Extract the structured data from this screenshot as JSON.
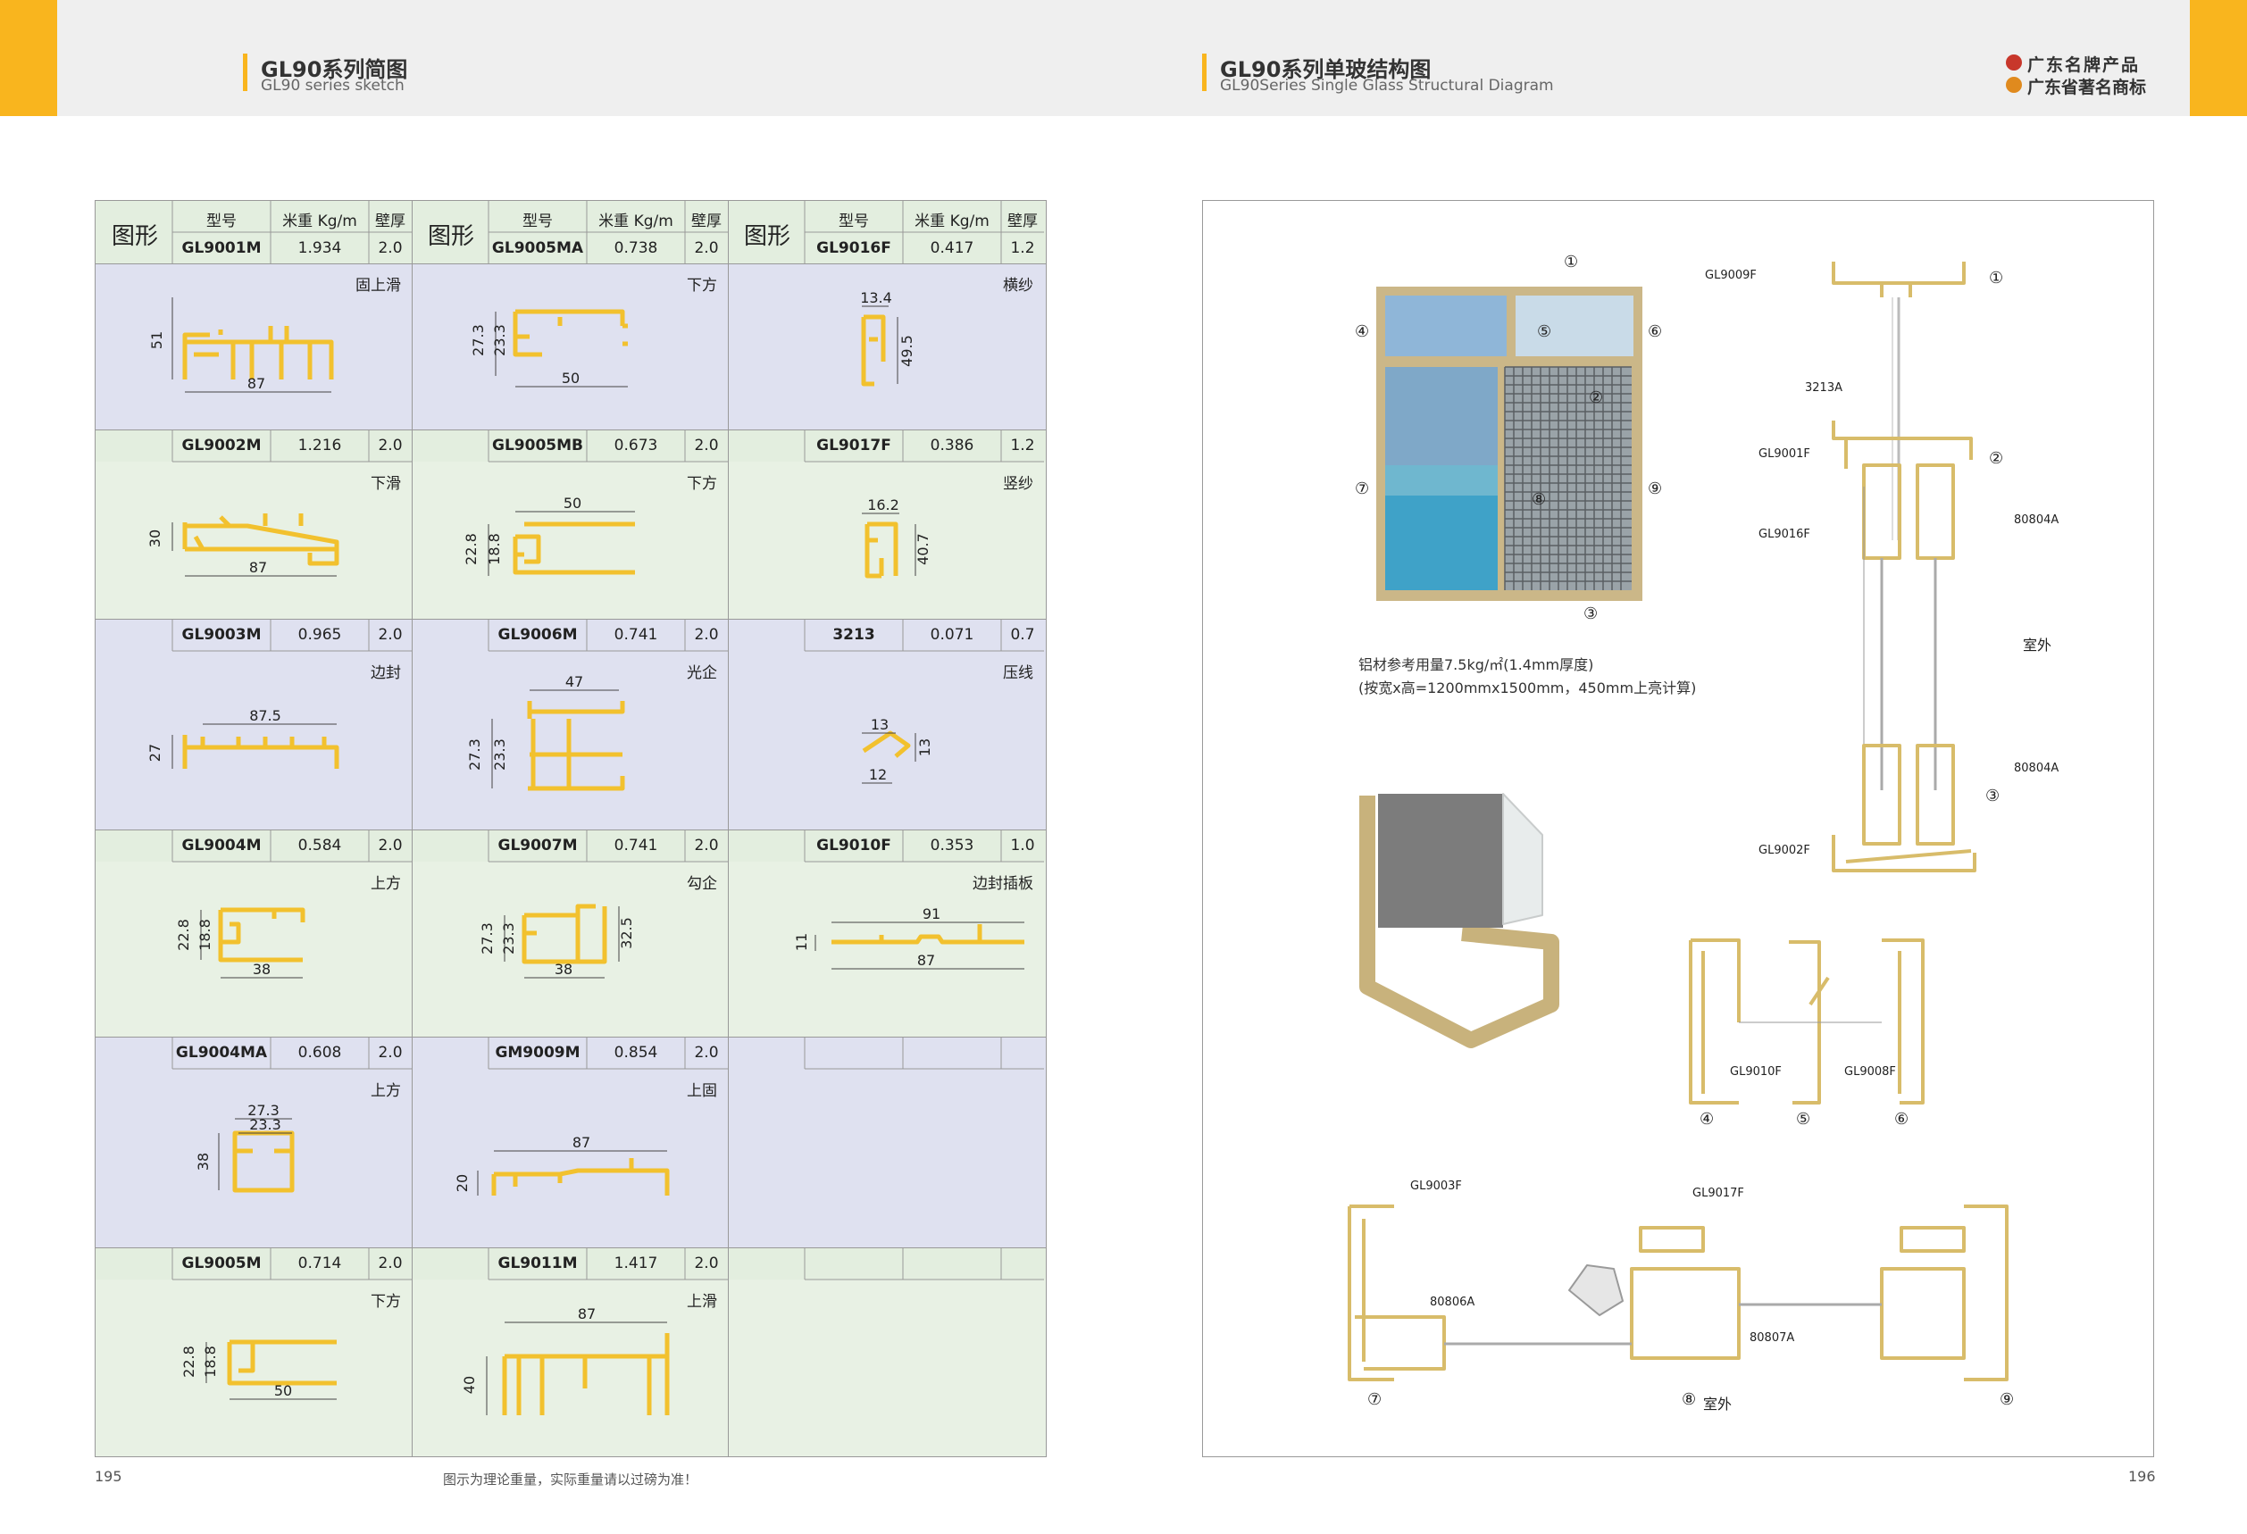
{
  "header": {
    "left_title": "GL90系列简图",
    "left_subtitle": "GL90 series sketch",
    "right_title": "GL90系列单玻结构图",
    "right_subtitle": "GL90Series Single Glass Structural Diagram",
    "brand_line1": "广东名牌产品",
    "brand_line2": "广东省著名商标",
    "accent_color": "#f9b51e"
  },
  "table": {
    "shape_label": "图形",
    "col_headers": [
      "型号",
      "米重 Kg/m",
      "壁厚"
    ],
    "rows": [
      [
        {
          "model": "GL9001M",
          "weight": "1.934",
          "wall": "2.0",
          "name": "固上滑"
        },
        {
          "model": "GL9005MA",
          "weight": "0.738",
          "wall": "2.0",
          "name": "下方"
        },
        {
          "model": "GL9016F",
          "weight": "0.417",
          "wall": "1.2",
          "name": "横纱"
        }
      ],
      [
        {
          "model": "GL9002M",
          "weight": "1.216",
          "wall": "2.0",
          "name": "下滑"
        },
        {
          "model": "GL9005MB",
          "weight": "0.673",
          "wall": "2.0",
          "name": "下方"
        },
        {
          "model": "GL9017F",
          "weight": "0.386",
          "wall": "1.2",
          "name": "竖纱"
        }
      ],
      [
        {
          "model": "GL9003M",
          "weight": "0.965",
          "wall": "2.0",
          "name": "边封"
        },
        {
          "model": "GL9006M",
          "weight": "0.741",
          "wall": "2.0",
          "name": "光企"
        },
        {
          "model": "3213",
          "weight": "0.071",
          "wall": "0.7",
          "name": "压线"
        }
      ],
      [
        {
          "model": "GL9004M",
          "weight": "0.584",
          "wall": "2.0",
          "name": "上方"
        },
        {
          "model": "GL9007M",
          "weight": "0.741",
          "wall": "2.0",
          "name": "勾企"
        },
        {
          "model": "GL9010F",
          "weight": "0.353",
          "wall": "1.0",
          "name": "边封插板"
        }
      ],
      [
        {
          "model": "GL9004MA",
          "weight": "0.608",
          "wall": "2.0",
          "name": "上方"
        },
        {
          "model": "GM9009M",
          "weight": "0.854",
          "wall": "2.0",
          "name": "上固"
        },
        {
          "model": "",
          "weight": "",
          "wall": "",
          "name": ""
        }
      ],
      [
        {
          "model": "GL9005M",
          "weight": "0.714",
          "wall": "2.0",
          "name": "下方"
        },
        {
          "model": "GL9011M",
          "weight": "1.417",
          "wall": "2.0",
          "name": "上滑"
        },
        {
          "model": "",
          "weight": "",
          "wall": "",
          "name": ""
        }
      ]
    ],
    "dims": {
      "r0c0": [
        "51",
        "87"
      ],
      "r0c1": [
        "27.3",
        "23.3",
        "50"
      ],
      "r0c2": [
        "13.4",
        "49.5"
      ],
      "r1c0": [
        "30",
        "87"
      ],
      "r1c1": [
        "50",
        "22.8",
        "18.8"
      ],
      "r1c2": [
        "16.2",
        "40.7"
      ],
      "r2c0": [
        "87.5",
        "27"
      ],
      "r2c1": [
        "47",
        "27.3",
        "23.3"
      ],
      "r2c2": [
        "13",
        "13",
        "12"
      ],
      "r3c0": [
        "22.8",
        "18.8",
        "38"
      ],
      "r3c1": [
        "27.3",
        "23.3",
        "32.5",
        "38"
      ],
      "r3c2": [
        "91",
        "11",
        "87"
      ],
      "r4c0": [
        "27.3",
        "23.3",
        "38"
      ],
      "r4c1": [
        "87",
        "20"
      ],
      "r5c0": [
        "22.8",
        "18.8",
        "50"
      ],
      "r5c1": [
        "87",
        "40"
      ]
    }
  },
  "diagram": {
    "material_note_1": "铝材参考用量7.5kg/㎡(1.4mm厚度)",
    "material_note_2": "(按宽x高=1200mmx1500mm，450mm上亮计算)",
    "outdoor": "室外",
    "outdoor_bottom": "室外",
    "labels": {
      "gl9009f": "GL9009F",
      "a3213": "3213A",
      "gl9001f": "GL9001F",
      "gl9016f": "GL9016F",
      "a80804_top": "80804A",
      "a80804_bot": "80804A",
      "gl9002f": "GL9002F",
      "gl9010f": "GL9010F",
      "gl9008f": "GL9008F",
      "gl9003f": "GL9003F",
      "gl9017f": "GL9017F",
      "a80806": "80806A",
      "a80807": "80807A"
    },
    "circles": [
      "①",
      "②",
      "③",
      "④",
      "⑤",
      "⑥",
      "⑦",
      "⑧",
      "⑨"
    ]
  },
  "footer": {
    "page_left": "195",
    "page_right": "196",
    "disclaimer": "图示为理论重量，实际重量请以过磅为准！"
  }
}
